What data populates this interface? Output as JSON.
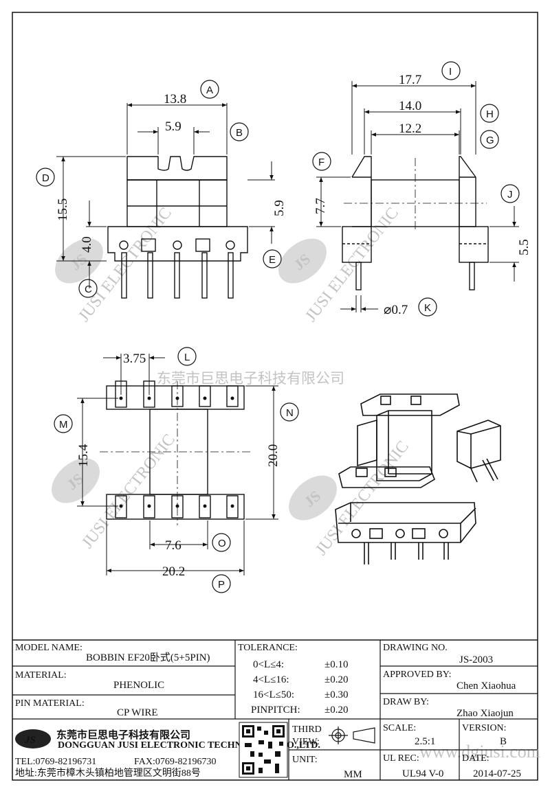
{
  "views": {
    "front": {
      "dims": {
        "width_total": "13.8",
        "slot": "5.9",
        "height": "15.5",
        "base": "4.0",
        "pin_len": "5.9"
      },
      "callouts": [
        "A",
        "B",
        "C",
        "D",
        "E"
      ]
    },
    "side": {
      "dims": {
        "flange": "17.7",
        "inner": "14.0",
        "winding": "12.2",
        "pin_dia": "⌀0.7",
        "height": "7.7",
        "pin": "5.5"
      },
      "callouts": [
        "F",
        "G",
        "H",
        "I",
        "J",
        "K"
      ]
    },
    "bottom": {
      "dims": {
        "pitch": "3.75",
        "row_span": "15.4",
        "overall_len": "20.0",
        "gap": "7.6",
        "overall_w": "20.2"
      },
      "callouts": [
        "L",
        "M",
        "N",
        "O",
        "P"
      ]
    }
  },
  "watermark": {
    "company_cn": "东莞市巨思电子科技有限公司",
    "arc_text": "JUSI ELECTRONIC",
    "logo": "JS",
    "site": "www.dgjusi.com"
  },
  "title_block": {
    "model_name_label": "MODEL NAME:",
    "model_name": "BOBBIN EF20卧式(5+5PIN)",
    "material_label": "MATERIAL:",
    "material": "PHENOLIC",
    "pin_material_label": "PIN MATERIAL:",
    "pin_material": "CP WIRE",
    "tolerance_label": "TOLERANCE:",
    "tolerance_rows": [
      {
        "range": "0<L≤4:",
        "value": "±0.10"
      },
      {
        "range": "4<L≤16:",
        "value": "±0.20"
      },
      {
        "range": "16<L≤50:",
        "value": "±0.30"
      },
      {
        "range": "PINPITCH:",
        "value": "±0.20"
      }
    ],
    "drawing_no_label": "DRAWING NO.",
    "drawing_no": "JS-2003",
    "approved_label": "APPROVED BY:",
    "approved_by": "Chen Xiaohua",
    "draw_label": "DRAW BY:",
    "draw_by": "Zhao Xiaojun",
    "company_logo": "JS",
    "company_cn": "东莞市巨思电子科技有限公司",
    "company_en": "DONGGUAN JUSI ELECTRONIC TECHNOLOGY CO.,LTD.",
    "tel": "TEL:0769-82196731",
    "fax": "FAX:0769-82196730",
    "address": "地址:东莞市樟木头镇柏地管理区文明街88号",
    "third_label": "THIRD",
    "view_label": "VIEW:",
    "unit_label": "UNIT:",
    "unit": "MM",
    "scale_label": "SCALE:",
    "scale": "2.5:1",
    "ul_label": "UL REC:",
    "ul": "UL94 V-0",
    "version_label": "VERSION:",
    "version": "B",
    "date_label": "DATE:",
    "date": "2014-07-25"
  }
}
